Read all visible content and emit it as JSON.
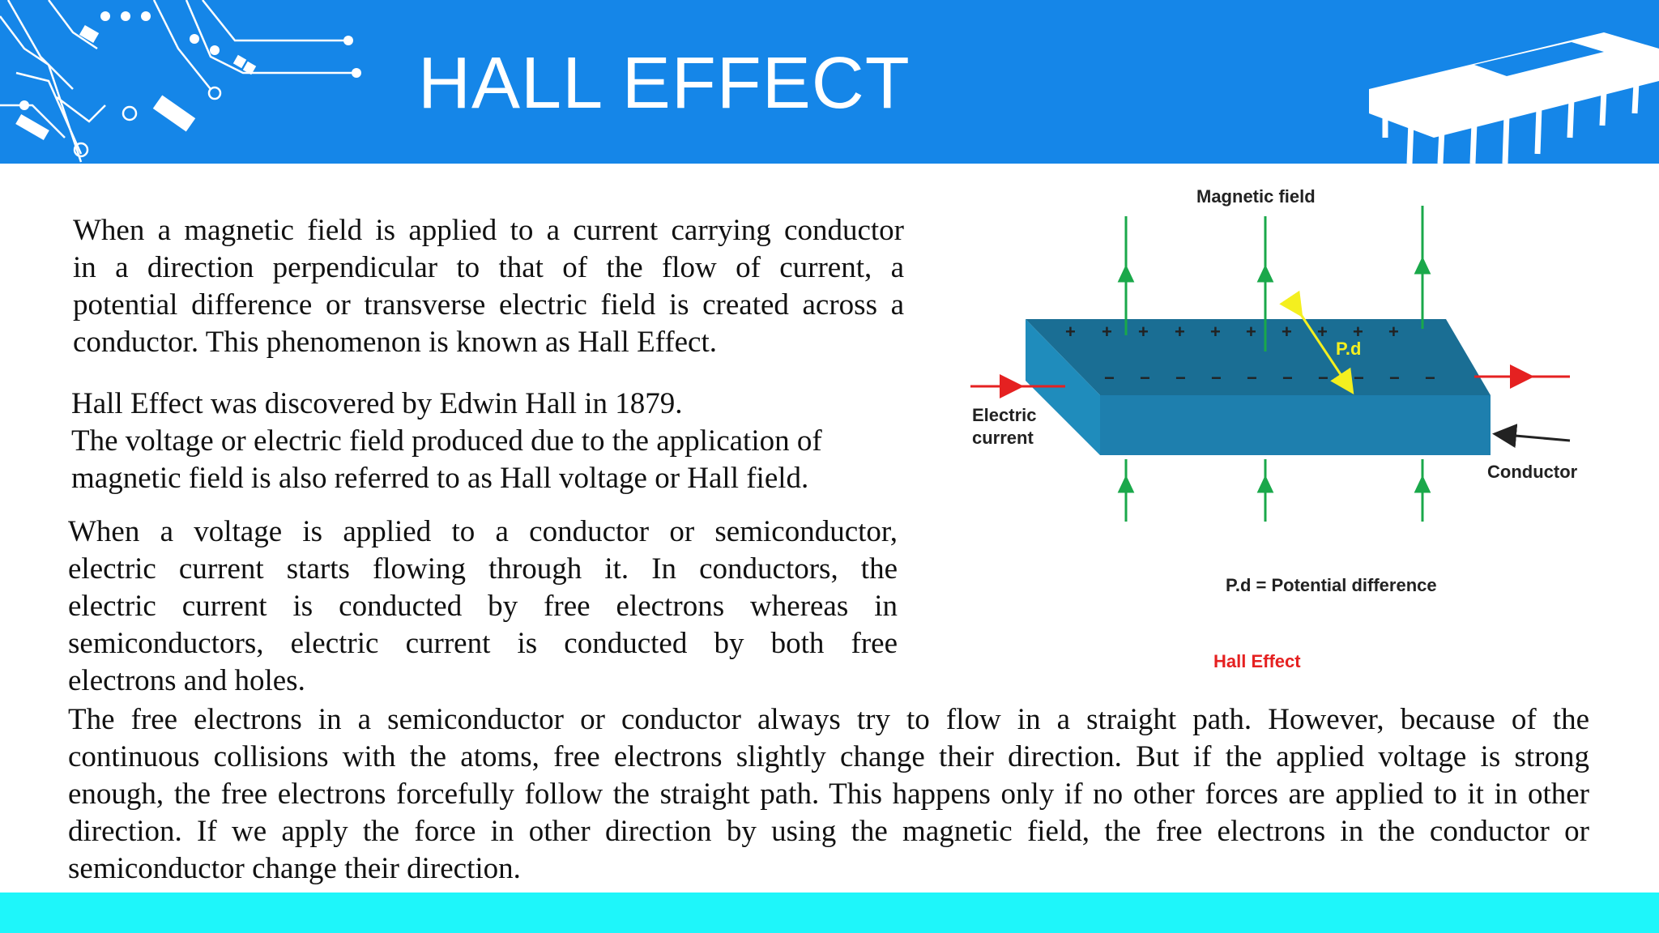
{
  "slide": {
    "title": "HALL EFFECT",
    "colors": {
      "header": "#1586e8",
      "footer": "#1ef6fa",
      "accent_red": "#e52121",
      "field_green": "#1aa84a",
      "pd_yellow": "#f4ef1f"
    }
  },
  "paragraphs": [
    {
      "lines": [
        "When a magnetic field is applied to a current carrying conductor",
        "in a direction perpendicular to that of the flow of current, a",
        "potential difference  or transverse electric field is created across a",
        "conductor. This phenomenon is known as Hall Effect."
      ]
    },
    {
      "lines": [
        "Hall Effect was discovered by Edwin Hall in 1879.",
        "The voltage or electric field produced due to the application of",
        "magnetic field is also referred to as Hall voltage or Hall field."
      ]
    },
    {
      "lines": [
        "When a voltage is applied to a conductor or semiconductor,",
        "electric current starts flowing through it. In conductors, the",
        "electric current is conducted by free electrons whereas in",
        "semiconductors, electric current is conducted by both free",
        "electrons and holes."
      ]
    },
    {
      "lines": [
        "The free electrons in a semiconductor or conductor always try to flow in a straight path. However, because of the",
        "continuous collisions with the atoms, free electrons slightly change their direction. But if the applied voltage is strong",
        "enough, the free electrons forcefully follow the straight path. This happens only if no other forces are applied to it in other",
        "direction. If we apply the force in other direction by using the magnetic field, the free electrons in the conductor or",
        "semiconductor change their direction."
      ]
    }
  ],
  "figure": {
    "magnetic_field_label": "Magnetic field",
    "electric_current_label_1": "Electric",
    "electric_current_label_2": "current",
    "conductor_label": "Conductor",
    "pd_label": "P.d",
    "pd_legend": "P.d = Potential difference",
    "caption": "Hall Effect",
    "plus_sign": "+",
    "minus_sign": "−"
  }
}
